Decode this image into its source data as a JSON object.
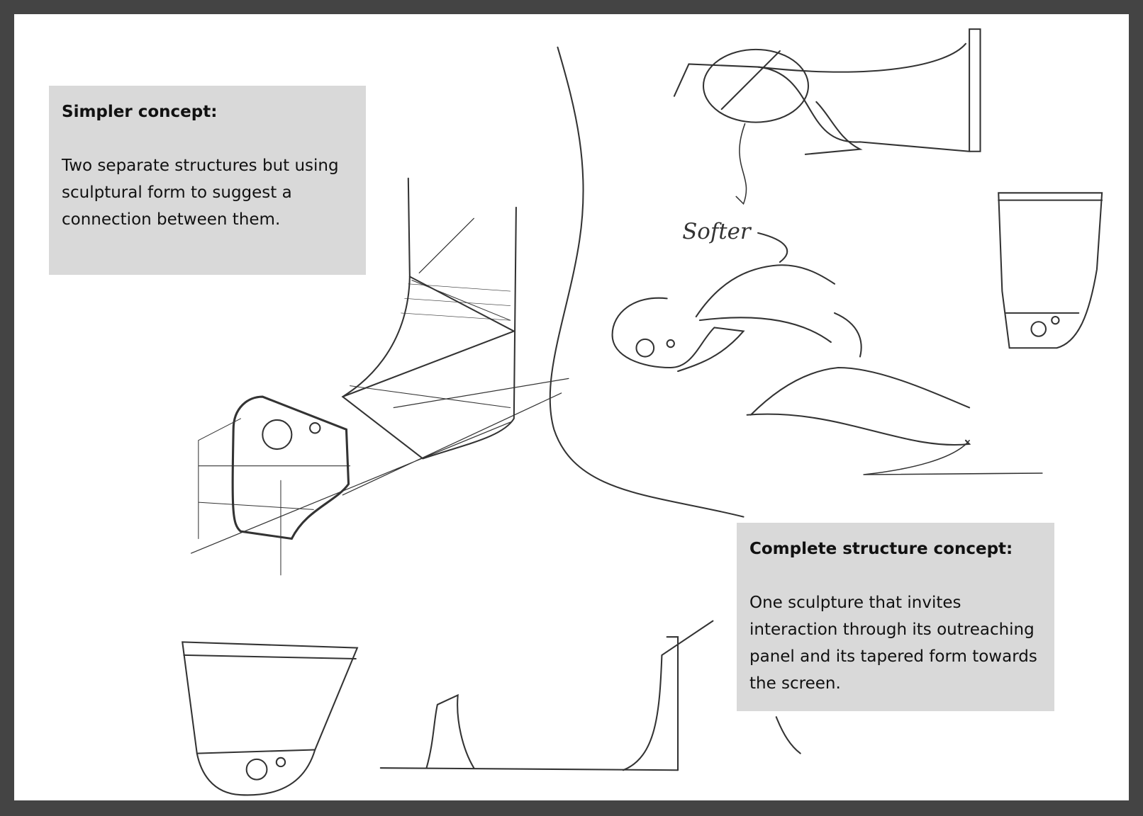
{
  "notes": [
    {
      "title": "Simpler concept:",
      "body": "Two separate structures but using sculptural form to suggest a connection between them."
    },
    {
      "title": "Complete structure concept:",
      "body": "One sculpture that invites interaction through its outreaching panel and its tapered form towards the screen."
    }
  ],
  "sketch_annotation": "Softer",
  "colors": {
    "frame": "#444444",
    "page": "#ffffff",
    "note_bg": "#d9d9d9",
    "ink": "#333333"
  }
}
